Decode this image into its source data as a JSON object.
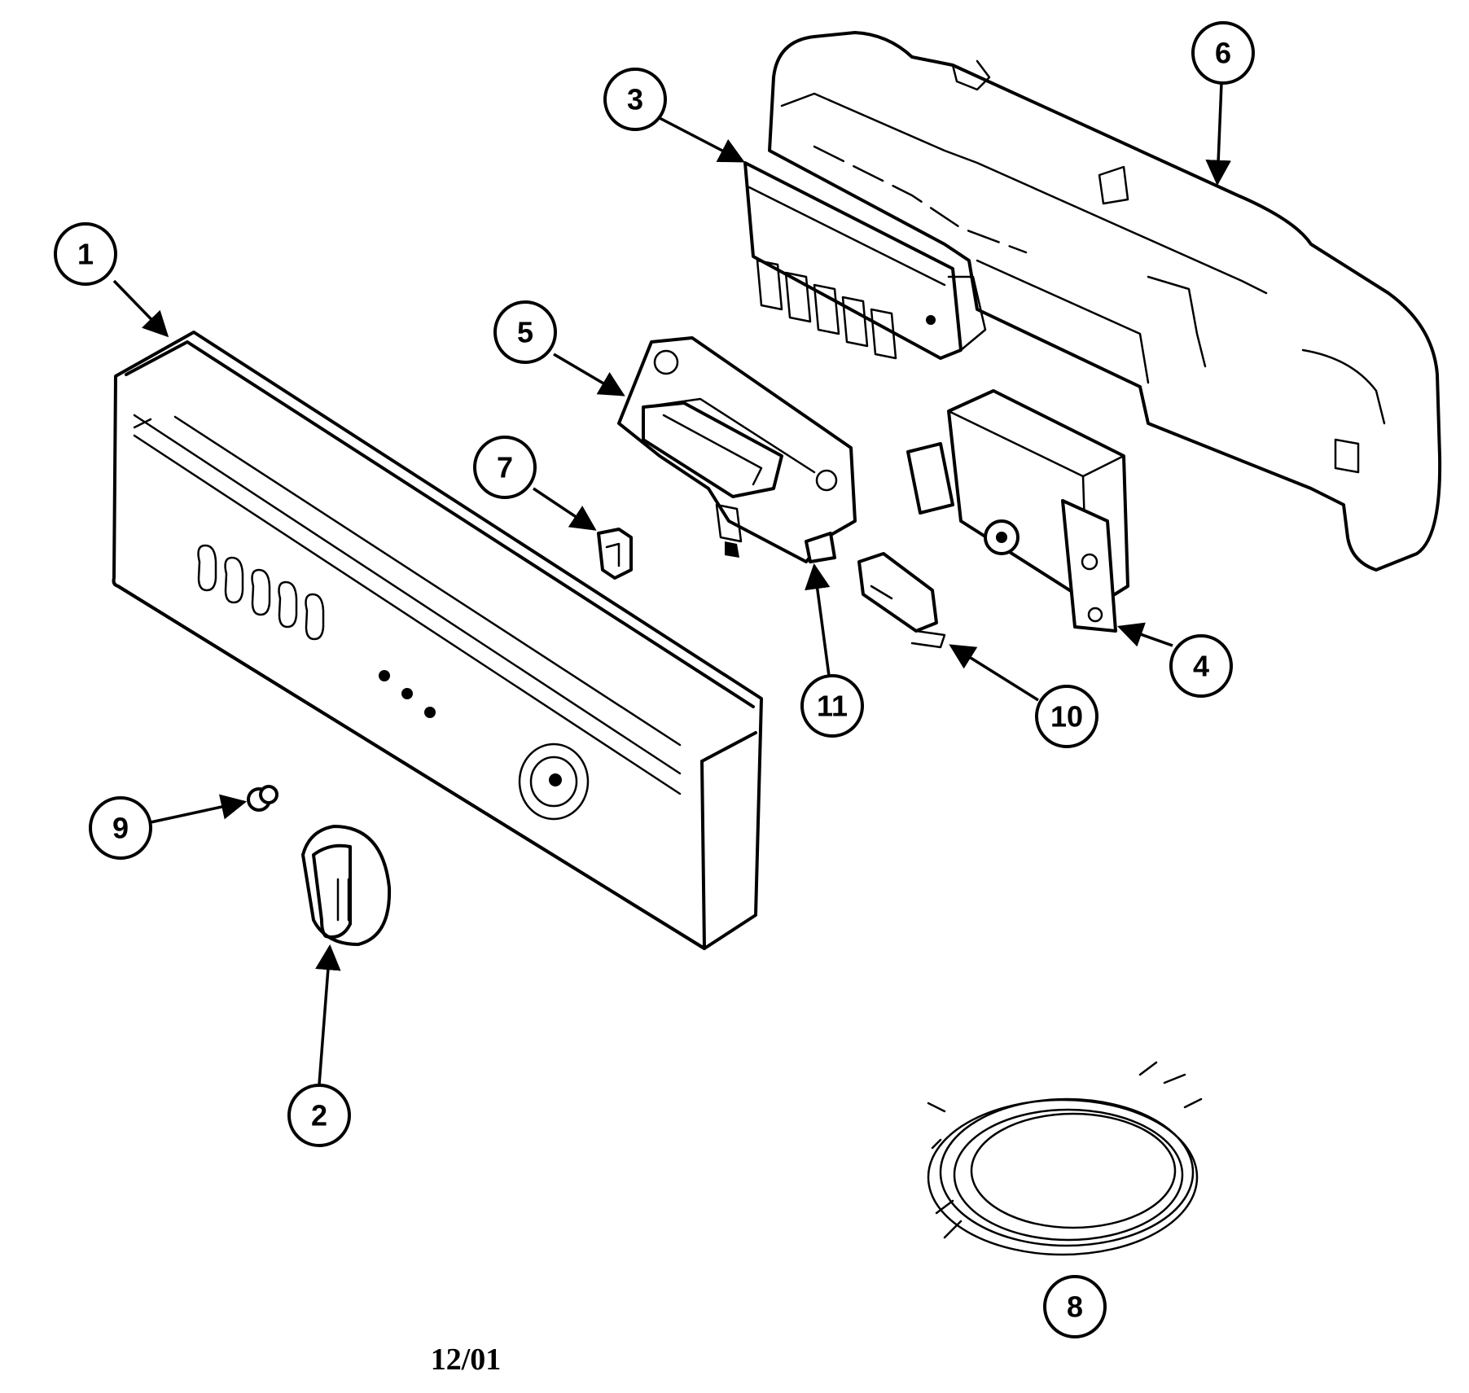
{
  "callouts": [
    "1",
    "2",
    "3",
    "4",
    "5",
    "6",
    "7",
    "8",
    "9",
    "10",
    "11"
  ],
  "date_code": "12/01"
}
